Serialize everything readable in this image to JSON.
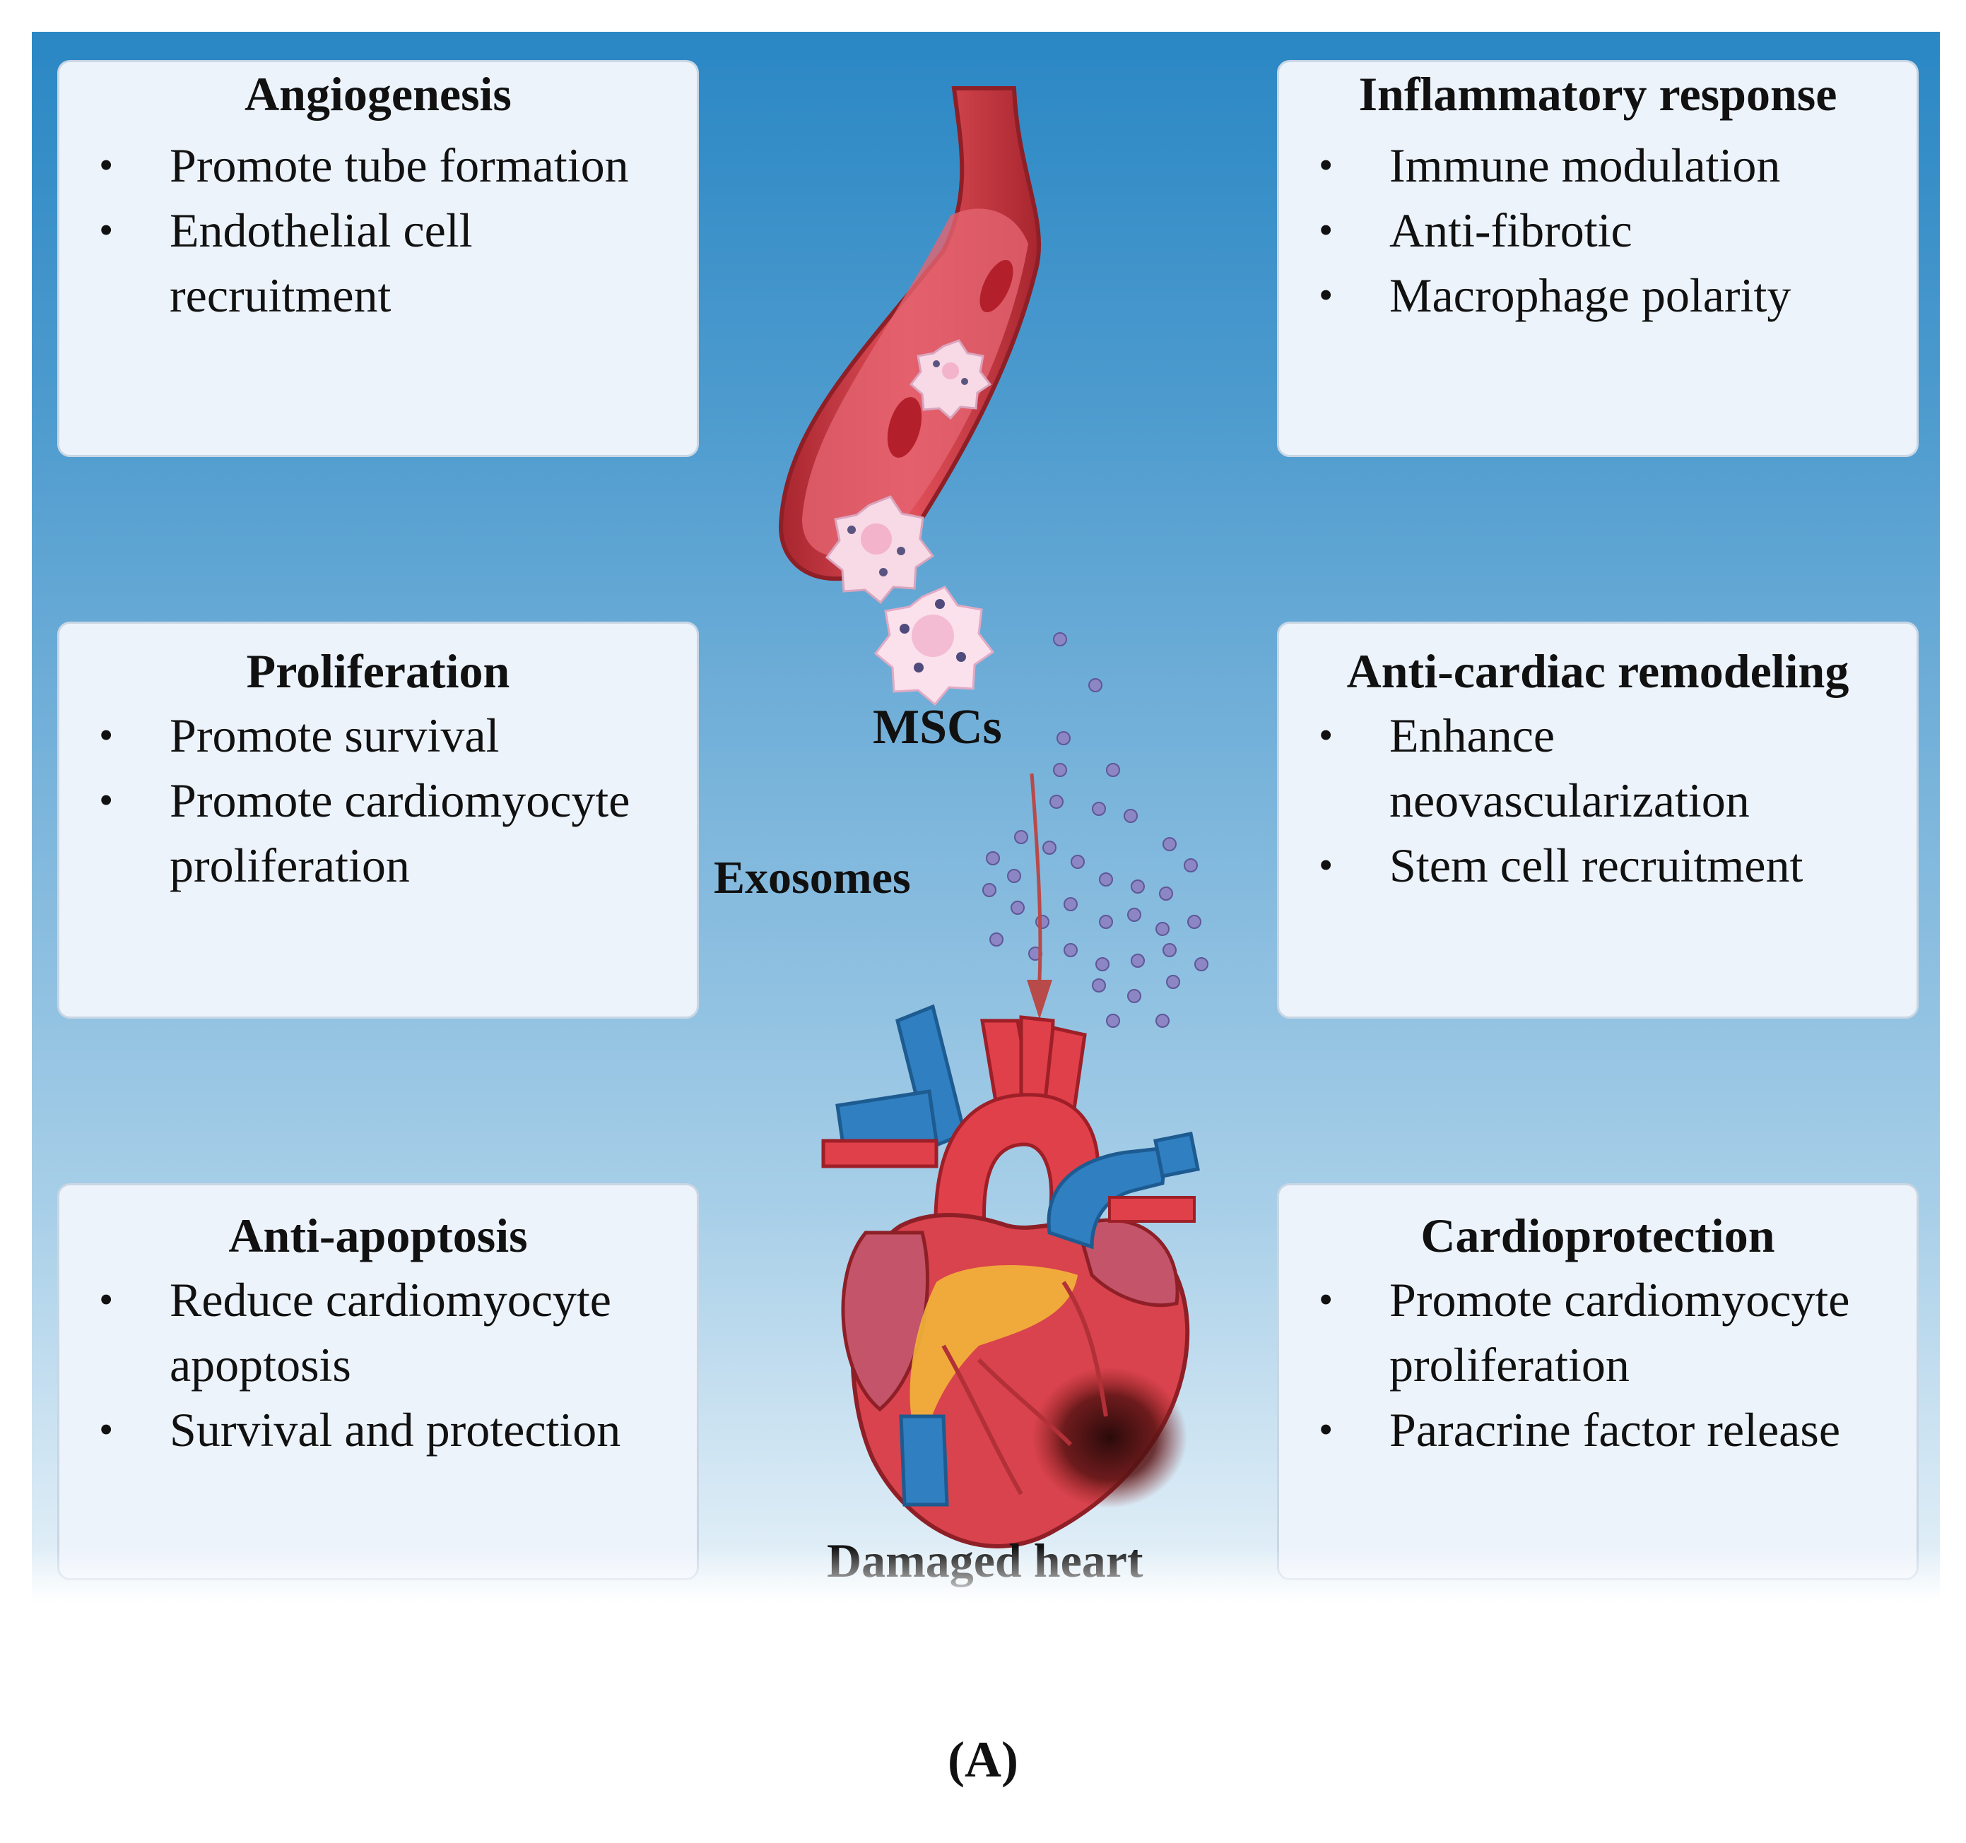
{
  "boxes": {
    "angiogenesis": {
      "title": "Angiogenesis",
      "items": [
        "Promote tube formation",
        "Endothelial cell recruitment"
      ]
    },
    "inflammatory": {
      "title": "Inflammatory response",
      "items": [
        "Immune modulation",
        "Anti-fibrotic",
        "Macrophage polarity"
      ]
    },
    "proliferation": {
      "title": "Proliferation",
      "items": [
        "Promote survival",
        "Promote cardiomyocyte proliferation"
      ]
    },
    "remodeling": {
      "title": "Anti-cardiac remodeling",
      "items": [
        "Enhance neovascularization",
        "Stem cell recruitment"
      ]
    },
    "apoptosis": {
      "title": "Anti-apoptosis",
      "items": [
        "Reduce cardiomyocyte apoptosis",
        "Survival and protection"
      ]
    },
    "cardioprotection": {
      "title": "Cardioprotection",
      "items": [
        "Promote cardiomyocyte proliferation",
        "Paracrine factor release"
      ]
    }
  },
  "labels": {
    "mscs": "MSCs",
    "exosomes": "Exosomes",
    "heart": "Damaged heart"
  },
  "caption": "(A)",
  "colors": {
    "artery": "#d9434d",
    "vein": "#2f7fc1",
    "cell": "#f8d9e6",
    "exosome": "#8d86c4",
    "arrow": "#b84a4a"
  }
}
